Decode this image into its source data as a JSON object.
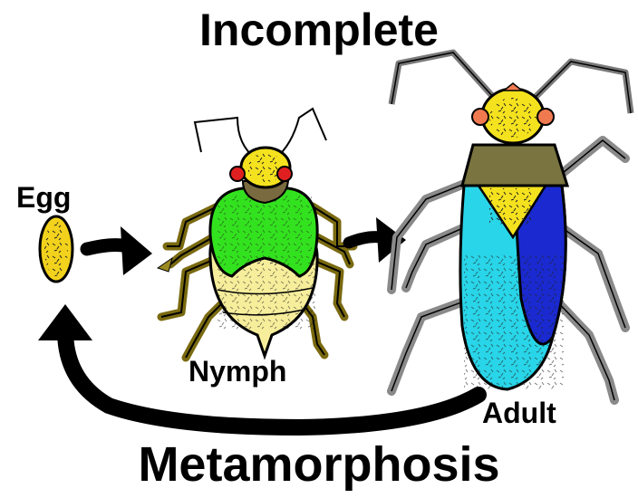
{
  "diagram": {
    "title_top": "Incomplete",
    "title_bottom": "Metamorphosis",
    "stages": [
      {
        "id": "egg",
        "label": "Egg"
      },
      {
        "id": "nymph",
        "label": "Nymph"
      },
      {
        "id": "adult",
        "label": "Adult"
      }
    ],
    "flow": [
      "egg",
      "nymph",
      "adult",
      "egg"
    ]
  },
  "colors": {
    "egg_fill": "#f2d21c",
    "head_yellow": "#f5e21e",
    "eye_red": "#e02020",
    "eye_orange": "#f07a50",
    "nymph_thorax_green": "#33e21e",
    "nymph_abdomen_pale": "#f7ee9c",
    "nymph_legs_olive": "#7a6a10",
    "adult_pronotum_olive": "#7a7440",
    "adult_wing_cyan": "#29d5e8",
    "adult_wing_blue": "#1a2ad0",
    "adult_legs_gray": "#8a8a8a",
    "arrow_black": "#000000"
  }
}
